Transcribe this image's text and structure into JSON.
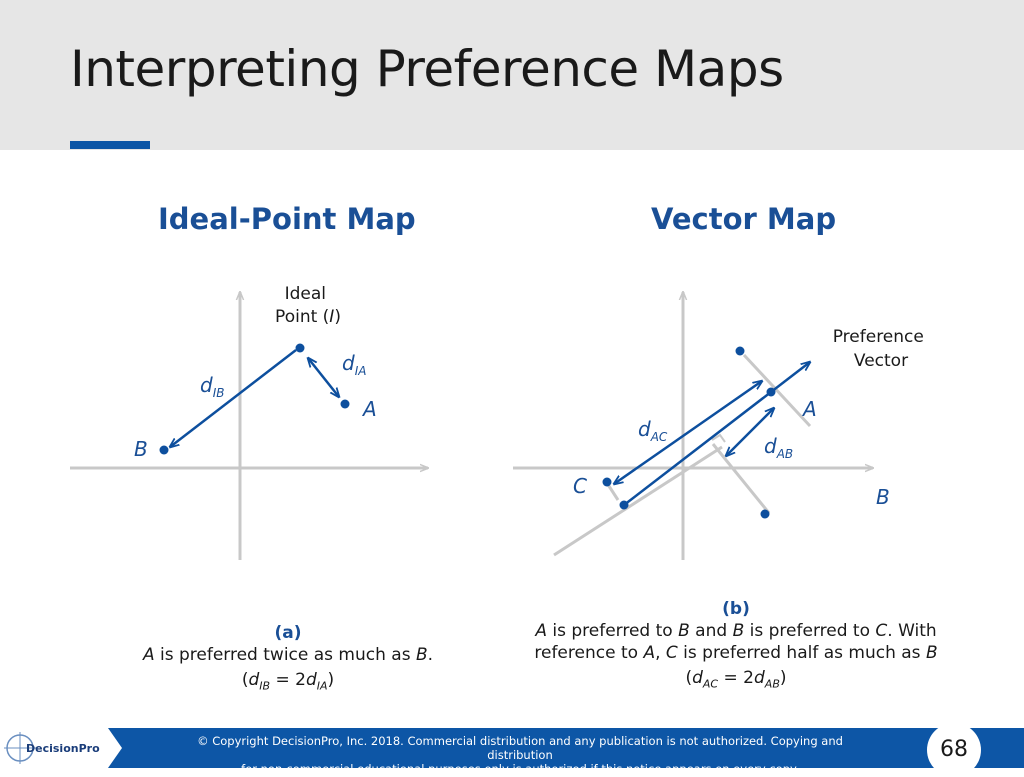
{
  "title": "Interpreting Preference Maps",
  "left_panel": {
    "title": "Ideal-Point Map",
    "ideal_label_line1": "Ideal",
    "ideal_label_line2_prefix": "Point (",
    "ideal_label_symbol": "I",
    "ideal_label_line2_suffix": ")",
    "point_a": "A",
    "point_b": "B",
    "d_symbol": "d",
    "sub_ib": "IB",
    "sub_ia": "IA",
    "caption_tag": "(a)",
    "caption_line2_a": "A",
    "caption_line2_mid": " is preferred twice as much as ",
    "caption_line2_b": "B",
    "caption_line2_end": ".",
    "caption_eq_open": "(",
    "caption_eq_d1": "d",
    "caption_eq_sub1": "IB",
    "caption_eq_mid": " = 2",
    "caption_eq_d2": "d",
    "caption_eq_sub2": "IA",
    "caption_eq_close": ")"
  },
  "right_panel": {
    "title": "Vector Map",
    "vector_label_line1": "Preference",
    "vector_label_line2": "Vector",
    "point_a": "A",
    "point_b": "B",
    "point_c": "C",
    "d_symbol": "d",
    "sub_ac": "AC",
    "sub_ab": "AB",
    "caption_tag": "(b)",
    "caption_l1_a": "A",
    "caption_l1_t1": " is preferred to ",
    "caption_l1_b": "B",
    "caption_l1_t2": " and ",
    "caption_l1_b2": "B",
    "caption_l1_t3": " is preferred to ",
    "caption_l1_c": "C",
    "caption_l1_t4": ". With",
    "caption_l2_t1": "reference to ",
    "caption_l2_a": "A",
    "caption_l2_t2": ", ",
    "caption_l2_c": "C",
    "caption_l2_t3": " is preferred half as much as ",
    "caption_l2_b": "B",
    "caption_eq_open": "(",
    "caption_eq_d1": "d",
    "caption_eq_sub1": "AC",
    "caption_eq_mid": " = 2",
    "caption_eq_d2": "d",
    "caption_eq_sub2": "AB",
    "caption_eq_close": ")"
  },
  "footer": {
    "line1": "© Copyright DecisionPro, Inc.  2018. Commercial distribution and any publication is not authorized. Copying and distribution",
    "line2": "for non-commercial educational purposes only is authorized if this notice appears on every copy.",
    "logo_text": "DecisionPro",
    "page_number": "68"
  },
  "colors": {
    "accent": "#0d56a6",
    "diagram_blue": "#0d4f9e",
    "axis_gray": "#c8c8c8"
  }
}
